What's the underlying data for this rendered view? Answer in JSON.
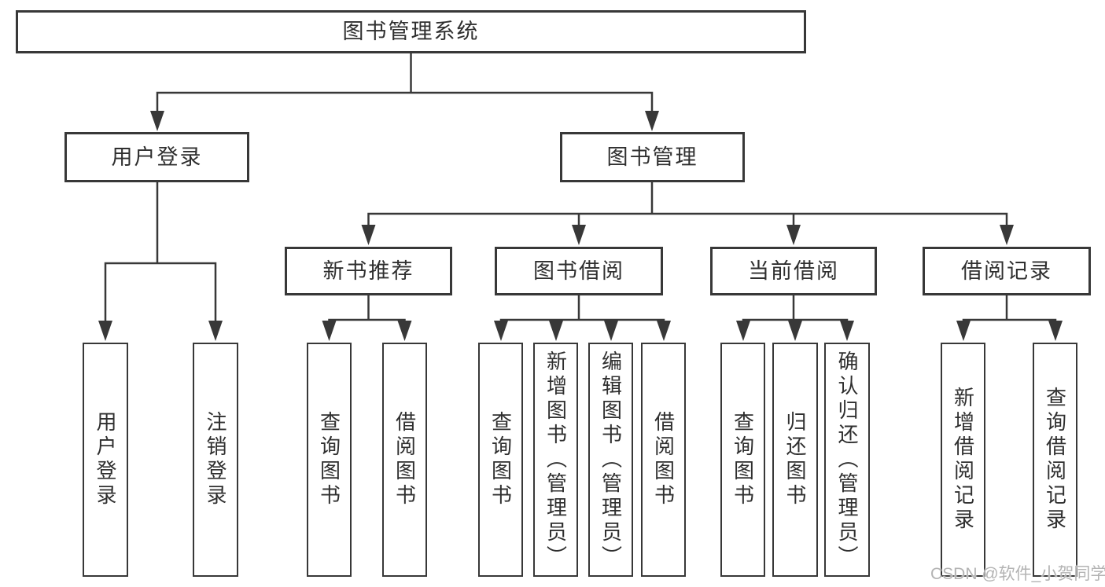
{
  "tree": {
    "root": {
      "label": "图书管理系统",
      "children": [
        {
          "label": "用户登录",
          "children": [
            {
              "label": "用户登录"
            },
            {
              "label": "注销登录"
            }
          ]
        },
        {
          "label": "图书管理",
          "children": [
            {
              "label": "新书推荐",
              "children": [
                {
                  "label": "查询图书"
                },
                {
                  "label": "借阅图书"
                }
              ]
            },
            {
              "label": "图书借阅",
              "children": [
                {
                  "label": "查询图书"
                },
                {
                  "label": "新增图书（管理员）"
                },
                {
                  "label": "编辑图书（管理员）"
                },
                {
                  "label": "借阅图书"
                }
              ]
            },
            {
              "label": "当前借阅",
              "children": [
                {
                  "label": "查询图书"
                },
                {
                  "label": "归还图书"
                },
                {
                  "label": "确认归还（管理员）"
                }
              ]
            },
            {
              "label": "借阅记录",
              "children": [
                {
                  "label": "新增借阅记录"
                },
                {
                  "label": "查询借阅记录"
                }
              ]
            }
          ]
        }
      ]
    }
  },
  "watermark": {
    "text": "CSDN @软件_小贺同学"
  },
  "colors": {
    "line": "#383838",
    "text": "#2f2f2f",
    "watermark": "#b3b3b3",
    "background": "#ffffff"
  }
}
